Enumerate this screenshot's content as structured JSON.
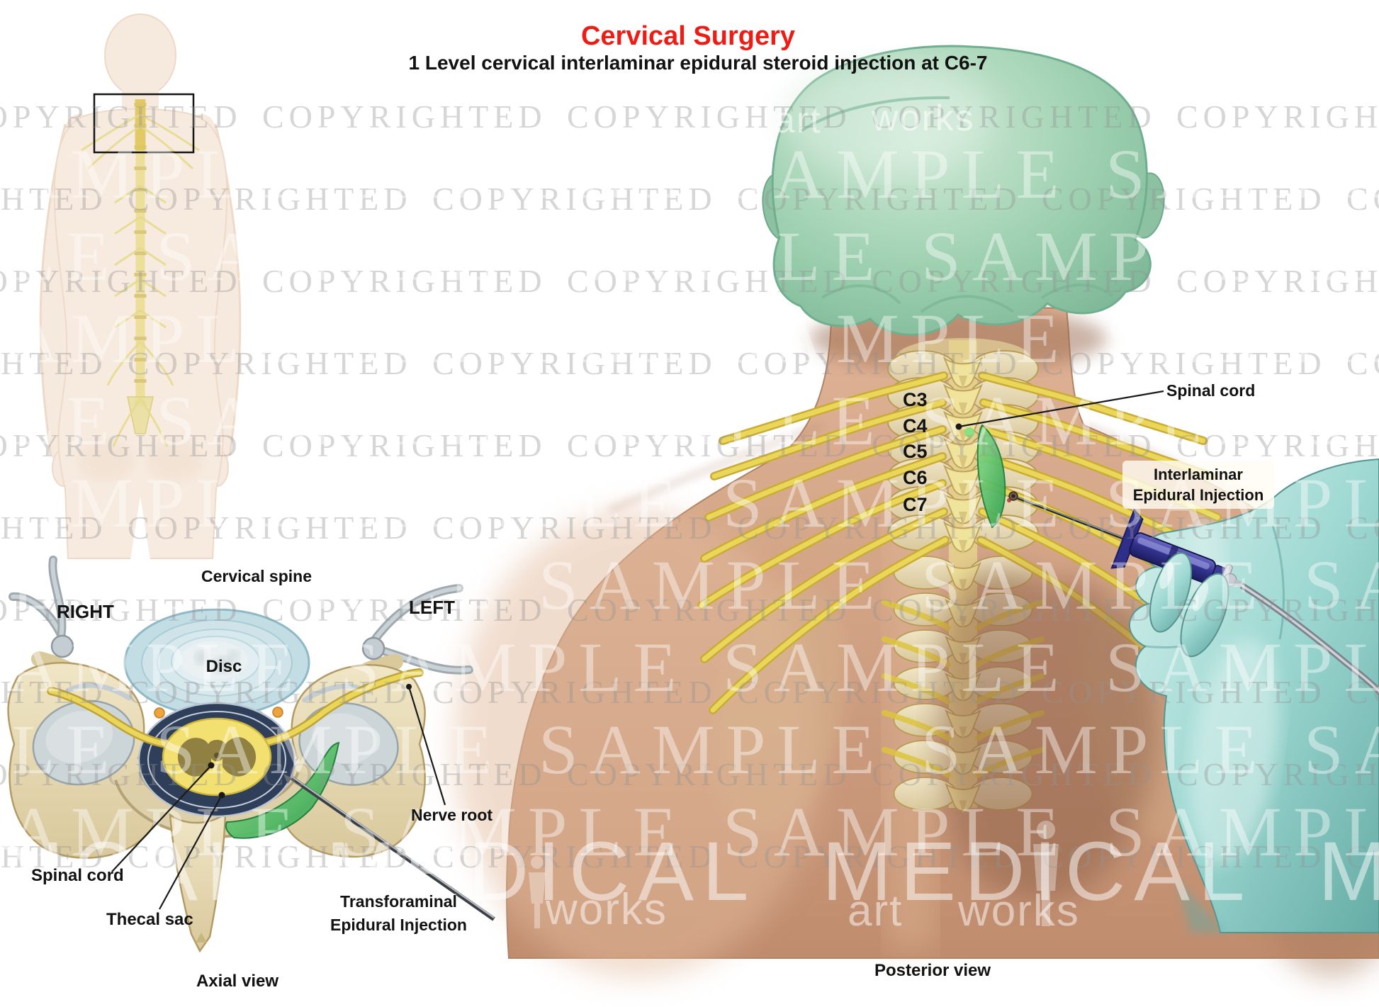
{
  "title": "Cervical Surgery",
  "subtitle": "1 Level cervical interlaminar epidural steroid injection at C6-7",
  "axial": {
    "heading": "Cervical spine",
    "left_marker": "RIGHT",
    "right_marker": "LEFT",
    "disc_label": "Disc",
    "spinal_cord_label": "Spinal cord",
    "thecal_sac_label": "Thecal sac",
    "nerve_root_label": "Nerve root",
    "injection_label_line1": "Transforaminal",
    "injection_label_line2": "Epidural Injection",
    "caption": "Axial view"
  },
  "posterior": {
    "vertebra_labels": [
      "C3",
      "C4",
      "C5",
      "C6",
      "C7"
    ],
    "spinal_cord_label": "Spinal cord",
    "injection_label_line1": "Interlaminar",
    "injection_label_line2": "Epidural Injection",
    "caption": "Posterior view"
  },
  "watermarks": {
    "copyrighted": "COPYRIGHTED",
    "sample": "SAMPLE",
    "medical": "MEDICAL",
    "art": "art",
    "works": "works"
  },
  "colors": {
    "title_red": "#ee1c14",
    "cap_green": "#9bcfae",
    "skin": "#cf9f80",
    "glove_cyan": "#9ed8d2",
    "syringe_navy": "#2f2f8a",
    "nerve_yellow": "#ead75a",
    "epidural_green": "#3fb457",
    "bone_beige": "#e6d9b6",
    "disc_blue": "#c3dde4",
    "thecal_navy": "#2f3e59",
    "watermark_gray": "#c9c9c9"
  }
}
